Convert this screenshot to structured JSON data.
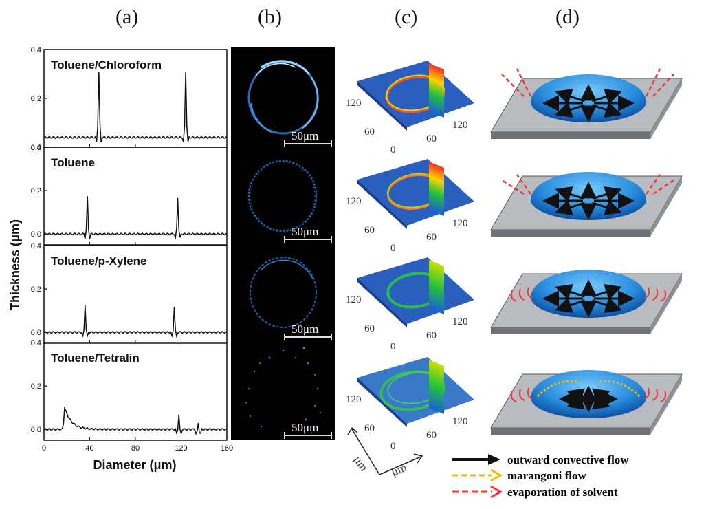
{
  "panel_labels": [
    "(a)",
    "(b)",
    "(c)",
    "(d)"
  ],
  "chart_data": {
    "type": "line",
    "xlabel": "Diameter (μm)",
    "ylabel": "Thickness (μm)",
    "xlim": [
      0,
      160
    ],
    "xticks": [
      "0",
      "40",
      "80",
      "120",
      "160"
    ],
    "yticks": [
      "0.0",
      "0.2",
      "0.4"
    ],
    "subplots": [
      {
        "label": "Toluene/Chloroform",
        "ylim": [
          0.0,
          0.4
        ],
        "yticks": [
          "0.0",
          "0.2",
          "0.4"
        ],
        "peaks_x": [
          48,
          124
        ],
        "peaks_y": [
          0.31,
          0.31
        ],
        "baseline": 0.04
      },
      {
        "label": "Toluene",
        "ylim": [
          -0.05,
          0.4
        ],
        "yticks": [
          "0.0",
          "0.2",
          "0.4"
        ],
        "peaks_x": [
          38,
          117
        ],
        "peaks_y": [
          0.17,
          0.17
        ],
        "baseline": 0.0
      },
      {
        "label": "Toluene/p-Xylene",
        "ylim": [
          -0.05,
          0.4
        ],
        "yticks": [
          "0.0",
          "0.2",
          "0.4"
        ],
        "peaks_x": [
          36,
          114
        ],
        "peaks_y": [
          0.13,
          0.12
        ],
        "baseline": 0.0
      },
      {
        "label": "Toluene/Tetralin",
        "ylim": [
          -0.05,
          0.4
        ],
        "yticks": [
          "0.0",
          "0.2",
          "0.4"
        ],
        "peaks_x": [
          18,
          118,
          135
        ],
        "peaks_y": [
          0.1,
          0.07,
          0.03
        ],
        "baseline": 0.0
      }
    ]
  },
  "scale_bars": [
    "50μm",
    "50μm",
    "50μm",
    "50μm"
  ],
  "surface_axis_ticks": {
    "left": [
      "120",
      "60"
    ],
    "bottom": [
      "0",
      "60",
      "120"
    ]
  },
  "surface_axis_unit": "μm",
  "legend": [
    {
      "label": "outward convective flow",
      "color": "#111111"
    },
    {
      "label": "marangoni flow",
      "color": "#f5b800"
    },
    {
      "label": "evaporation of solvent",
      "color": "#ff3333"
    }
  ]
}
